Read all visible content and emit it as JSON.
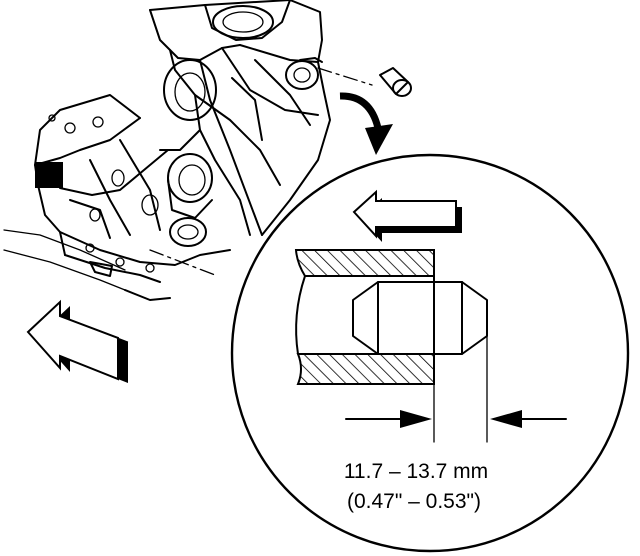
{
  "dimension": {
    "metric": "11.7 – 13.7 mm",
    "imperial": "(0.47\" – 0.53\")"
  },
  "icons": [
    "engine-block-illustration",
    "plug-part",
    "curved-pointer-arrow",
    "direction-arrow",
    "hatched-bore-section",
    "dimension-arrows"
  ]
}
